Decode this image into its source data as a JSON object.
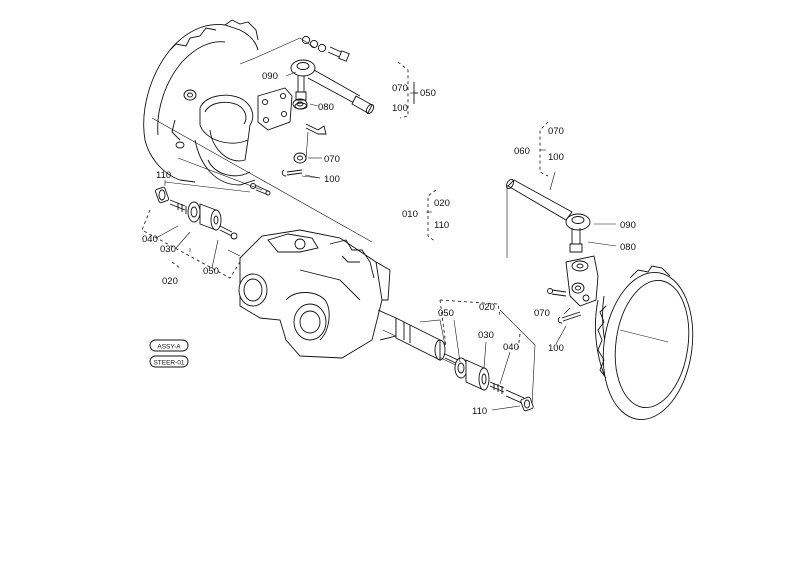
{
  "callouts": {
    "top_090": "090",
    "top_080": "080",
    "top_070a": "070",
    "top_050": "050",
    "top_100a": "100",
    "top_070b": "070",
    "top_100b": "100",
    "left_110": "110",
    "left_040": "040",
    "left_030": "030",
    "left_050": "050",
    "left_020": "020",
    "mid_010": "010",
    "mid_020": "020",
    "mid_110": "110",
    "right_060": "060",
    "right_070a": "070",
    "right_100a": "100",
    "right_090": "090",
    "right_080": "080",
    "right_070b": "070",
    "right_100b": "100",
    "bot_050": "050",
    "bot_020": "020",
    "bot_030": "030",
    "bot_040": "040",
    "bot_110": "110"
  },
  "reference_tags": [
    {
      "text": "ASSY-A"
    },
    {
      "text": "STEER-01"
    }
  ]
}
